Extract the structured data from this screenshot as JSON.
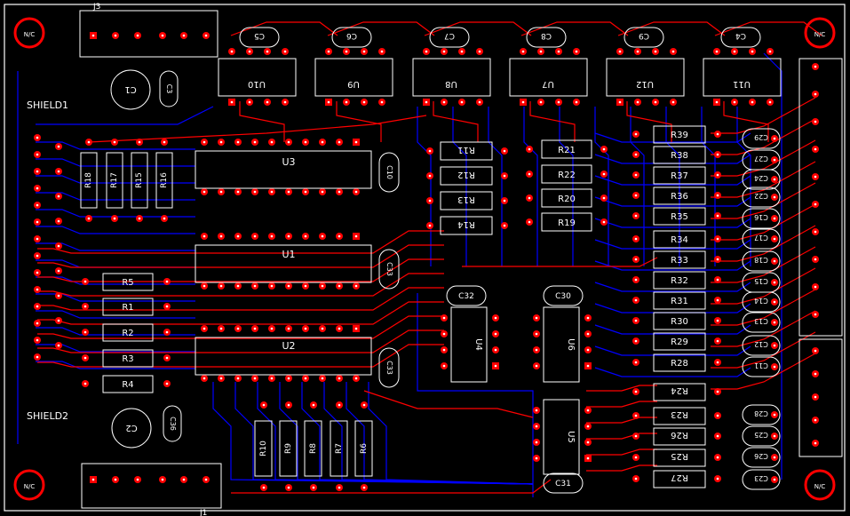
{
  "colors": {
    "background": "#000000",
    "outline": "#ffffff",
    "silk": "#ffffff",
    "pad": "#ff0000",
    "top_trace": "#ff0000",
    "bottom_trace": "#0000ff",
    "pin1_square": "#ff0000"
  },
  "mount_holes": [
    "N/C",
    "N/C",
    "N/C",
    "N/C"
  ],
  "shields": [
    "SHIELD1",
    "SHIELD2"
  ],
  "connectors": {
    "top_left": "J3",
    "bottom_left": "J1"
  },
  "electrolytics": {
    "c1": "C1",
    "c2": "C2"
  },
  "small_caps": {
    "c3": "C3",
    "c36": "C36",
    "c5": "C5",
    "c6": "C6",
    "c7": "C7",
    "c8": "C8",
    "c4": "C4",
    "c9": "C9",
    "c10": "C10",
    "c33": "C33",
    "c32": "C32",
    "c30": "C30",
    "c31": "C31"
  },
  "right_caps": [
    "C29",
    "C27",
    "C24",
    "C22",
    "C16",
    "C17",
    "C18",
    "C15",
    "C14",
    "C13",
    "C12",
    "C11",
    "C28",
    "C25",
    "C26",
    "C23"
  ],
  "top_ics": [
    "U10",
    "U9",
    "U8",
    "U7",
    "U12",
    "U11"
  ],
  "mid_ics": {
    "u3": "U3",
    "u1": "U1",
    "u2": "U2",
    "u4": "U4",
    "u6": "U6",
    "u5": "U5"
  },
  "left_resistors_vert": [
    "R18",
    "R17",
    "R15",
    "R16"
  ],
  "left_resistors_horiz": [
    "R5",
    "R1",
    "R2",
    "R3",
    "R4"
  ],
  "bottom_resistors": [
    "R10",
    "R9",
    "R8",
    "R7",
    "R6"
  ],
  "center_left_resistors": [
    "R11",
    "R12",
    "R13",
    "R14"
  ],
  "center_right_resistors": [
    "R21",
    "R22",
    "R20",
    "R19"
  ],
  "right_resistors": [
    "R39",
    "R38",
    "R37",
    "R36",
    "R35",
    "R34",
    "R33",
    "R32",
    "R31",
    "R30",
    "R29",
    "R28"
  ],
  "right_resistors_flipped": [
    "R24",
    "R23",
    "R26",
    "R25",
    "R27"
  ]
}
